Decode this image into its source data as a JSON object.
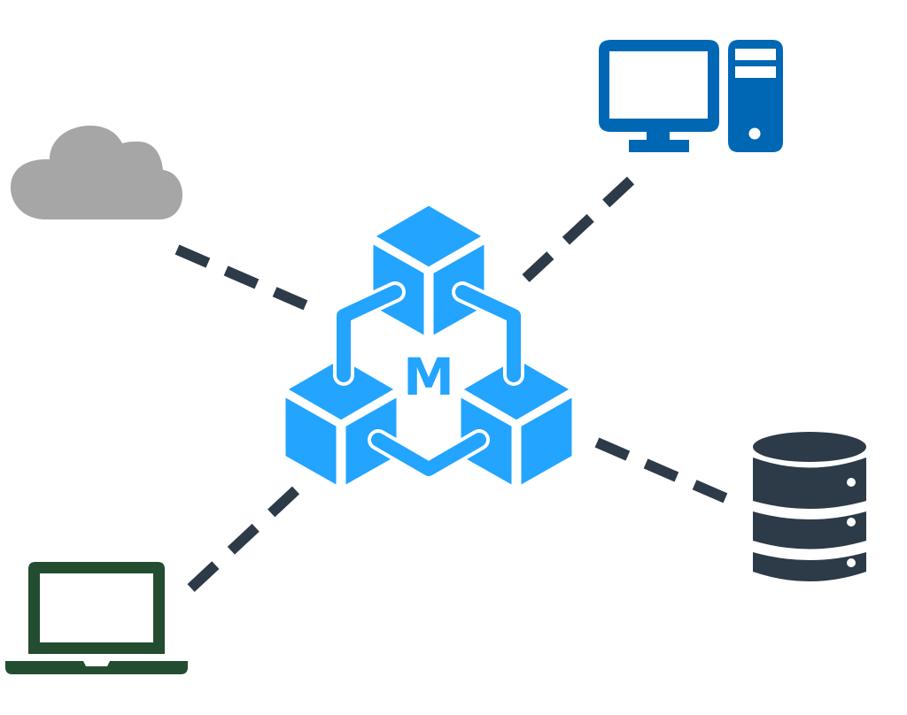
{
  "diagram": {
    "type": "hub-and-spoke network",
    "hub": {
      "label": "M",
      "icon": "three-cubes-connected-icon",
      "color": "#22a4ff"
    },
    "nodes": [
      {
        "id": "cloud",
        "icon": "cloud-icon",
        "color": "#a6a6a6",
        "position": "top-left"
      },
      {
        "id": "desktop",
        "icon": "desktop-computer-icon",
        "color": "#0067b4",
        "position": "top-right"
      },
      {
        "id": "database",
        "icon": "database-icon",
        "color": "#2d3a48",
        "position": "bottom-right"
      },
      {
        "id": "laptop",
        "icon": "laptop-icon",
        "color": "#234d30",
        "position": "bottom-left"
      }
    ],
    "connectors": [
      {
        "from": "hub",
        "to": "cloud",
        "style": "dashed",
        "color": "#2d3a48"
      },
      {
        "from": "hub",
        "to": "desktop",
        "style": "dashed",
        "color": "#2d3a48"
      },
      {
        "from": "hub",
        "to": "database",
        "style": "dashed",
        "color": "#2d3a48"
      },
      {
        "from": "hub",
        "to": "laptop",
        "style": "dashed",
        "color": "#2d3a48"
      }
    ]
  }
}
